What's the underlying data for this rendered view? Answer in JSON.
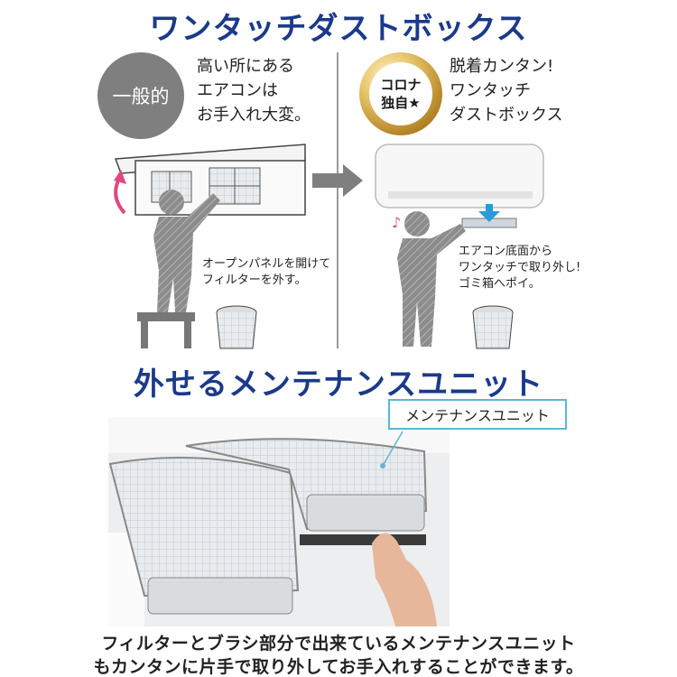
{
  "top_title": "ワンタッチダストボックス",
  "left_panel": {
    "badge": "一般的",
    "lines": "高い所にある\nエアコンは\nお手入れ大変。",
    "note": "オープンパネルを開けて\nフィルターを外す。"
  },
  "right_panel": {
    "badge_line1": "コロナ",
    "badge_line2": "独自★",
    "lines": "脱着カンタン!\nワンタッチ\nダストボックス",
    "note": "エアコン底面から\nワンタッチで取り外し!\nゴミ箱へポイ。"
  },
  "mid_title": "外せるメンテナンスユニット",
  "callout": "メンテナンスユニット",
  "bottom": {
    "line1": "フィルターとブラシ部分で出来ているメンテナンスユニット",
    "line2": "もカンタンに片手で取り外してお手入れすることができます。"
  },
  "colors": {
    "title": "#1b3a8a",
    "badge_gray": "#7f7f7f",
    "callout_border": "#5ab8d6",
    "arrow_pink": "#e0487f",
    "arrow_blue": "#2a9bd8"
  }
}
